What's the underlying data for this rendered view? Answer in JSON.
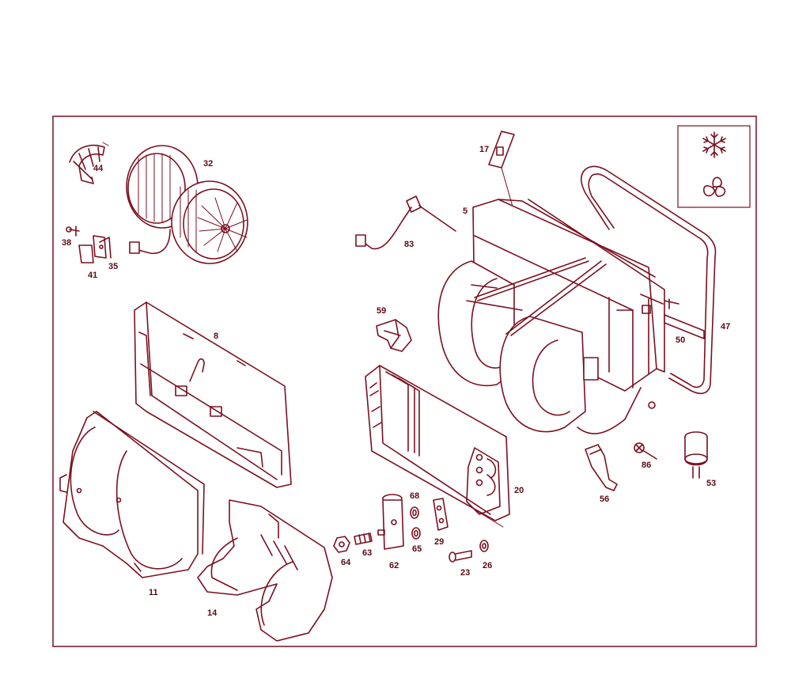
{
  "frame_color": "#7a1020",
  "legend": {
    "icons": [
      "snowflake-icon",
      "fan-icon"
    ]
  },
  "parts": [
    {
      "id": "p44",
      "label": "44"
    },
    {
      "id": "p32",
      "label": "32"
    },
    {
      "id": "p38",
      "label": "38"
    },
    {
      "id": "p35",
      "label": "35"
    },
    {
      "id": "p41",
      "label": "41"
    },
    {
      "id": "p17",
      "label": "17"
    },
    {
      "id": "p5",
      "label": "5"
    },
    {
      "id": "p83",
      "label": "83"
    },
    {
      "id": "p47",
      "label": "47"
    },
    {
      "id": "p59",
      "label": "59"
    },
    {
      "id": "p8",
      "label": "8"
    },
    {
      "id": "p50",
      "label": "50"
    },
    {
      "id": "p11",
      "label": "11"
    },
    {
      "id": "p14",
      "label": "14"
    },
    {
      "id": "p20",
      "label": "20"
    },
    {
      "id": "p56",
      "label": "56"
    },
    {
      "id": "p86",
      "label": "86"
    },
    {
      "id": "p53",
      "label": "53"
    },
    {
      "id": "p68",
      "label": "68"
    },
    {
      "id": "p65",
      "label": "65"
    },
    {
      "id": "p29",
      "label": "29"
    },
    {
      "id": "p62",
      "label": "62"
    },
    {
      "id": "p64",
      "label": "64"
    },
    {
      "id": "p63",
      "label": "63"
    },
    {
      "id": "p23",
      "label": "23"
    },
    {
      "id": "p26",
      "label": "26"
    }
  ]
}
